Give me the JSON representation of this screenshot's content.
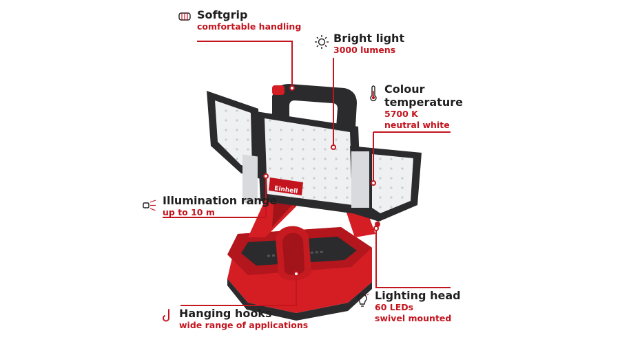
{
  "brand": {
    "logo_text": "Einhell"
  },
  "colors": {
    "accent": "#c4141e",
    "text": "#1f1f1f",
    "housing": "#2b2b2e",
    "led_panel": "#eef0f2"
  },
  "features": [
    {
      "id": "softgrip",
      "icon": "hand-grip-icon",
      "title": "Softgrip",
      "lines": [
        "comfortable handling"
      ]
    },
    {
      "id": "bright-light",
      "icon": "sun-icon",
      "title": "Bright light",
      "lines": [
        "3000 lumens"
      ]
    },
    {
      "id": "colour-temperature",
      "icon": "thermometer-icon",
      "title_lines": [
        "Colour",
        "temperature"
      ],
      "lines": [
        "5700 K",
        "neutral white"
      ]
    },
    {
      "id": "illumination-range",
      "icon": "light-beam-icon",
      "title": "Illumination range",
      "lines": [
        "up to 10 m"
      ]
    },
    {
      "id": "lighting-head",
      "icon": "led-bulb-icon",
      "title": "Lighting head",
      "lines": [
        "60 LEDs",
        "swivel mounted"
      ]
    },
    {
      "id": "hanging-hooks",
      "icon": "hook-icon",
      "title": "Hanging hooks",
      "lines": [
        "wide range of applications"
      ]
    }
  ]
}
